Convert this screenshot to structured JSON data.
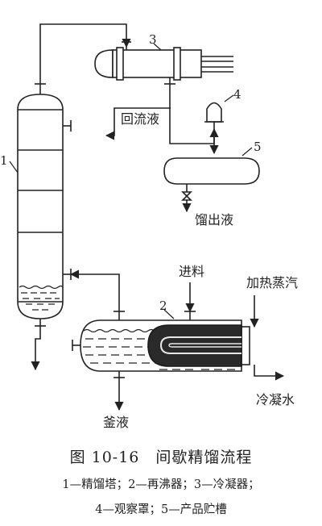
{
  "diagram": {
    "markers": {
      "m1": "1",
      "m2": "2",
      "m3": "3",
      "m4": "4",
      "m5": "5"
    },
    "labels": {
      "reflux": "回流液",
      "distillate": "馏出液",
      "feed": "进料",
      "steam": "加热蒸汽",
      "condensate": "冷凝水",
      "bottoms": "釜液"
    }
  },
  "caption": {
    "title": "图 10-16　间歇精馏流程",
    "line1": "1—精馏塔；2—再沸器；3—冷凝器；",
    "line2": "4—观察罩；5—产品贮槽"
  },
  "colors": {
    "ink": "#222222",
    "background": "#ffffff"
  }
}
